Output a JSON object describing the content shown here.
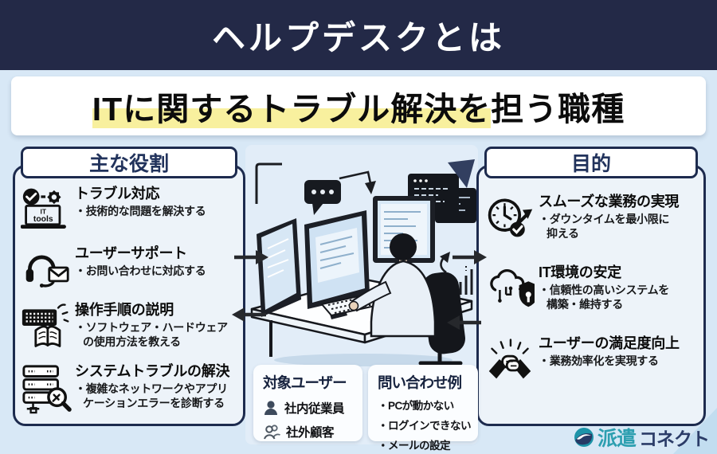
{
  "banner": {
    "title": "ヘルプデスクとは"
  },
  "headline": {
    "highlight": "ITに関するトラブル解決を",
    "rest": "担う職種"
  },
  "left_panel": {
    "header": "主な役割",
    "items": [
      {
        "icon": "it-tools-check-gear-icon",
        "title": "トラブル対応",
        "lines": [
          "・技術的な問題を解決する"
        ]
      },
      {
        "icon": "headset-mail-icon",
        "title": "ユーザーサポート",
        "lines": [
          "・お問い合わせに対応する"
        ]
      },
      {
        "icon": "keyboard-book-icon",
        "title": "操作手順の説明",
        "lines": [
          "・ソフトウェア・ハードウェア",
          "の使用方法を教える"
        ]
      },
      {
        "icon": "server-search-icon",
        "title": "システムトラブルの解決",
        "lines": [
          "・複雑なネットワークやアプリ",
          "ケーションエラーを診断する"
        ]
      }
    ]
  },
  "right_panel": {
    "header": "目的",
    "items": [
      {
        "icon": "clock-check-arrow-icon",
        "title": "スムーズな業務の実現",
        "lines": [
          "・ダウンタイムを最小限に",
          "抑える"
        ]
      },
      {
        "icon": "cloud-network-shield-icon",
        "title": "IT環境の安定",
        "lines": [
          "・信頼性の高いシステムを",
          "構築・維持する"
        ]
      },
      {
        "icon": "handshake-icon",
        "title": "ユーザーの満足度向上",
        "lines": [
          "・業務効率化を実現する"
        ]
      }
    ]
  },
  "target_users_box": {
    "title": "対象ユーザー",
    "items": [
      {
        "icon": "person-filled-icon",
        "label": "社内従業員"
      },
      {
        "icon": "people-outline-icon",
        "label": "社外顧客"
      }
    ]
  },
  "inquiry_box": {
    "title": "問い合わせ例",
    "items": [
      "・PCが動かない",
      "・ログインできない",
      "・メールの設定"
    ]
  },
  "it_tools_icon_text": {
    "line1": "IT",
    "line2": "tools"
  },
  "logo": {
    "name": "派遣コネクト",
    "text_teal": "派遣",
    "text_navy": "コネクト"
  },
  "colors": {
    "banner_bg": "#232947",
    "page_bg": "#d8e8f6",
    "panel_bg": "#edf3f9",
    "panel_border": "#1d2b4e",
    "header_text": "#22335c",
    "highlight": "#f8f09e",
    "logo_teal": "#2d9fb0",
    "logo_navy": "#2b3c68"
  }
}
